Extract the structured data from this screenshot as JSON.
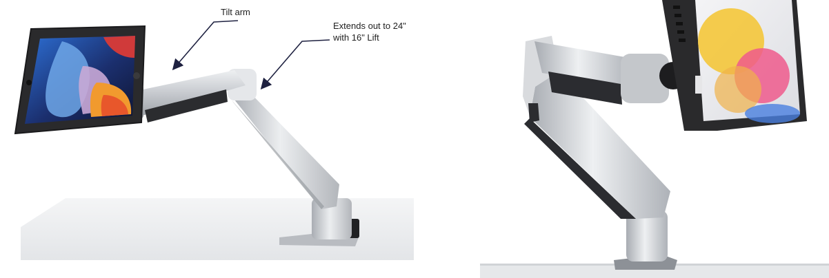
{
  "annotations": {
    "tilt_arm": "Tilt arm",
    "extends_line1": "Extends out to 24\"",
    "extends_line2": "with 16\" Lift"
  },
  "colors": {
    "arrow": "#1e2140",
    "tablet_case": "#2a2a2c",
    "aluminum": "#c9cbcf",
    "desk": "#eceef0"
  },
  "icons": {
    "tilt_arrow": "arrow-down-left-icon",
    "extend_arrow": "arrow-down-left-icon"
  }
}
